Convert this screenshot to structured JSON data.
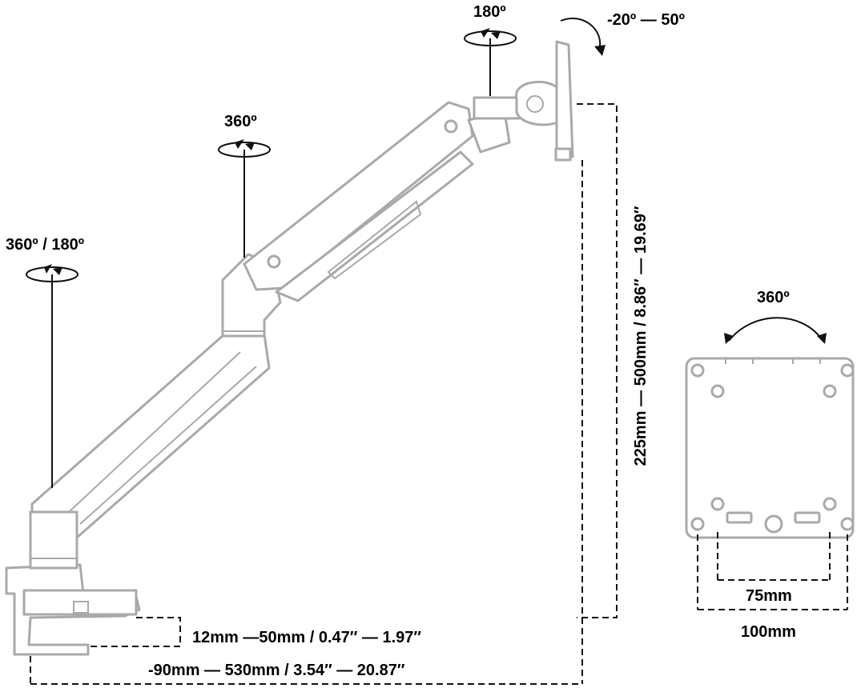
{
  "rotation_labels": {
    "base": "360º / 180º",
    "lower_arm": "360º",
    "tilt_pivot": "180º",
    "tilt": "-20º — 50º",
    "vesa_plate": "360º"
  },
  "dimensions": {
    "height_range": "225mm — 500mm / 8.86″ — 19.69″",
    "clamp_thickness": "12mm —50mm / 0.47″ — 1.97″",
    "reach": "-90mm — 530mm / 3.54″ — 20.87″",
    "vesa_small": "75mm",
    "vesa_large": "100mm"
  }
}
